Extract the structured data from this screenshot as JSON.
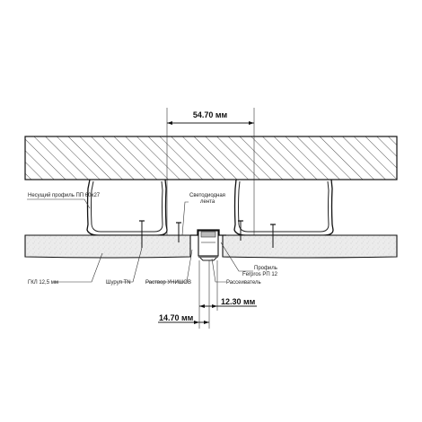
{
  "dimensions": {
    "top": "54.70 мм",
    "right": "12.30 мм",
    "left": "14.70 мм"
  },
  "labels": {
    "profile_pp": "Несущий профиль ПП 60x27",
    "led_line1": "Светодиодная",
    "led_line2": "лента",
    "gkl": "ГКЛ 12,5 мм",
    "screw": "Шуруп TN",
    "solution": "Раствор УНИШОВ",
    "diffuser": "Рассеиватель",
    "profile_line1": "Профиль",
    "profile_line2": "Ferpros PП 12"
  },
  "colors": {
    "line": "#222222",
    "board_fill": "#e9e9e9",
    "hatch": "#444444"
  }
}
